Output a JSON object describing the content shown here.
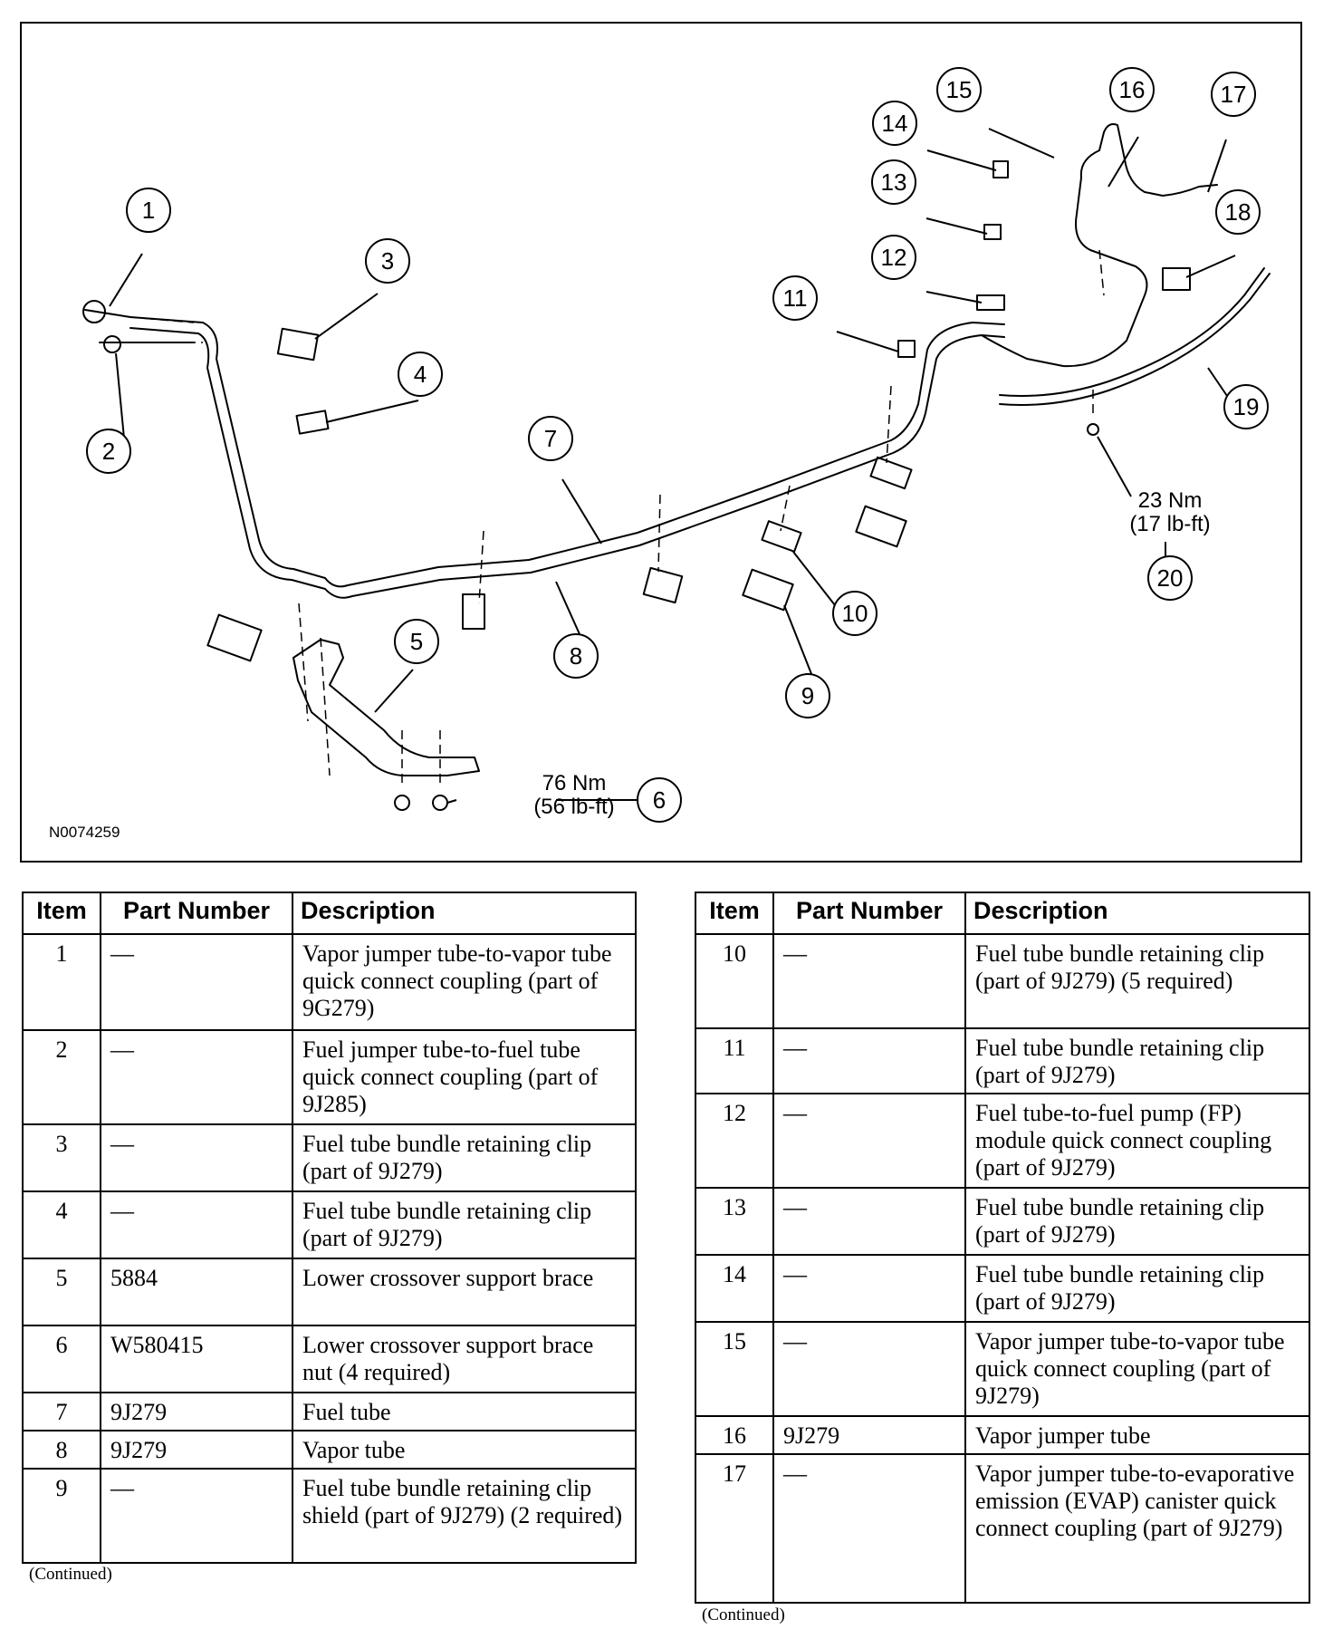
{
  "diagram": {
    "figure_id": "N0074259",
    "callouts": [
      "1",
      "2",
      "3",
      "4",
      "5",
      "6",
      "7",
      "8",
      "9",
      "10",
      "11",
      "12",
      "13",
      "14",
      "15",
      "16",
      "17",
      "18",
      "19",
      "20"
    ],
    "torque_6": {
      "nm": "76 Nm",
      "lbft": "(56 lb-ft)"
    },
    "torque_20": {
      "nm": "23 Nm",
      "lbft": "(17 lb-ft)"
    }
  },
  "table_headers": {
    "item": "Item",
    "part_number": "Part Number",
    "description": "Description"
  },
  "table_left": [
    {
      "item": "1",
      "part": "—",
      "desc": "Vapor jumper tube-to-vapor tube quick connect coupling (part of 9G279)"
    },
    {
      "item": "2",
      "part": "—",
      "desc": "Fuel jumper tube-to-fuel tube quick connect coupling (part of 9J285)"
    },
    {
      "item": "3",
      "part": "—",
      "desc": "Fuel tube bundle retaining clip (part of 9J279)"
    },
    {
      "item": "4",
      "part": "—",
      "desc": "Fuel tube bundle retaining clip (part of 9J279)"
    },
    {
      "item": "5",
      "part": "5884",
      "desc": "Lower crossover support brace"
    },
    {
      "item": "6",
      "part": "W580415",
      "desc": "Lower crossover support brace nut (4 required)"
    },
    {
      "item": "7",
      "part": "9J279",
      "desc": "Fuel tube"
    },
    {
      "item": "8",
      "part": "9J279",
      "desc": "Vapor tube"
    },
    {
      "item": "9",
      "part": "—",
      "desc": "Fuel tube bundle retaining clip shield (part of 9J279) (2 required)"
    }
  ],
  "table_right": [
    {
      "item": "10",
      "part": "—",
      "desc": "Fuel tube bundle retaining clip (part of 9J279) (5 required)"
    },
    {
      "item": "11",
      "part": "—",
      "desc": "Fuel tube bundle retaining clip (part of 9J279)"
    },
    {
      "item": "12",
      "part": "—",
      "desc": "Fuel tube-to-fuel pump (FP) module quick connect coupling (part of 9J279)"
    },
    {
      "item": "13",
      "part": "—",
      "desc": "Fuel tube bundle retaining clip (part of 9J279)"
    },
    {
      "item": "14",
      "part": "—",
      "desc": "Fuel tube bundle retaining clip (part of 9J279)"
    },
    {
      "item": "15",
      "part": "—",
      "desc": "Vapor jumper tube-to-vapor tube quick connect coupling (part of 9J279)"
    },
    {
      "item": "16",
      "part": "9J279",
      "desc": "Vapor jumper tube"
    },
    {
      "item": "17",
      "part": "—",
      "desc": "Vapor jumper tube-to-evaporative emission (EVAP) canister quick connect coupling (part of 9J279)"
    }
  ],
  "continued_left": "(Continued)",
  "continued_right": "(Continued)"
}
